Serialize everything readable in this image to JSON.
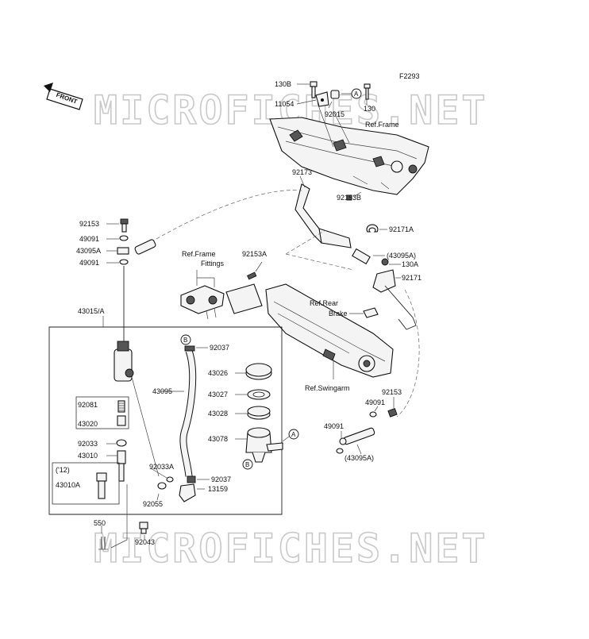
{
  "figure_code": "F2293",
  "front_arrow_label": "FRONT",
  "watermark_top": "MICROFICHES.NET",
  "watermark_bottom": "MICROFICHES.NET",
  "callouts": {
    "a_letter": "A",
    "b_letter": "B"
  },
  "labels": {
    "p130B": "130B",
    "p130": "130",
    "p11054": "11054",
    "p92015": "92015",
    "ref_frame_top": "Ref.Frame",
    "p92173": "92173",
    "p92153B": "92153B",
    "p92171A": "92171A",
    "p92153_left": "92153",
    "p49091_a": "49091",
    "p43095A": "43095A",
    "p49091_b": "49091",
    "ref_frame_fittings_1": "Ref.Frame",
    "ref_frame_fittings_2": "Fittings",
    "p92153A": "92153A",
    "p43095A_paren_top": "(43095A)",
    "p130A": "130A",
    "p92171": "92171",
    "ref_rear_brake_1": "Ref.Rear",
    "ref_rear_brake_2": "Brake",
    "p43015A": "43015/A",
    "p92037_top": "92037",
    "p43026": "43026",
    "p43095": "43095",
    "p43027": "43027",
    "p43028": "43028",
    "p43078": "43078",
    "ref_swingarm": "Ref.Swingarm",
    "p92153_right": "92153",
    "p49091_right": "49091",
    "p49091_right2": "49091",
    "p43095A_paren_bottom": "(43095A)",
    "p92081": "92081",
    "p43020": "43020",
    "p92033": "92033",
    "p43010": "43010",
    "year_12": "('12)",
    "p43010A": "43010A",
    "p92033A": "92033A",
    "p92037_bottom": "92037",
    "p13159": "13159",
    "p92055": "92055",
    "p550": "550",
    "p92043": "92043"
  }
}
